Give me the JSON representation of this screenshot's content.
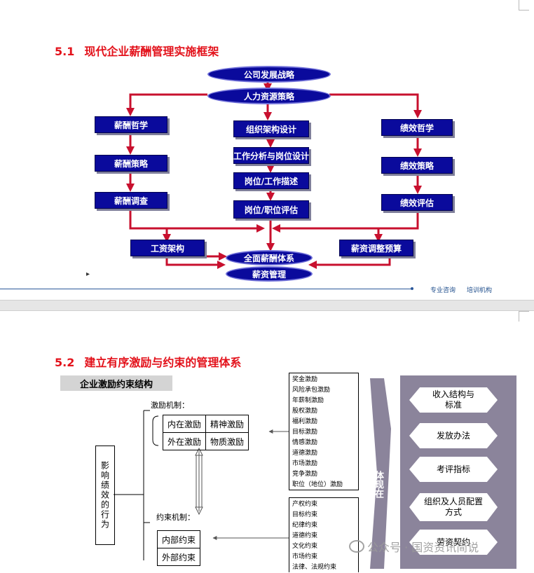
{
  "section1": {
    "number": "5.1",
    "title": "现代企业薪酬管理实施框架",
    "ellipses": {
      "strategy": "公司发展战略",
      "hr_strategy": "人力资源策略",
      "total_comp": "全面薪酬体系",
      "pay_mgmt": "薪资管理"
    },
    "left_column": [
      "薪酬哲学",
      "薪酬策略",
      "薪酬调查"
    ],
    "center_column": [
      "组织架构设计",
      "工作分析与岗位设计",
      "岗位/工作描述",
      "岗位/职位评估"
    ],
    "right_column": [
      "绩效哲学",
      "绩效策略",
      "绩效评估"
    ],
    "salary_structure": "工资架构",
    "salary_budget": "薪资调整预算",
    "footer_links": [
      "专业咨询",
      "培训机构"
    ]
  },
  "section2": {
    "number": "5.2",
    "title": "建立有序激励与约束的管理体系",
    "subtitle": "企业激励约束结构",
    "incentive_label": "激励机制：",
    "incentive_table": [
      [
        "内在激励",
        "精神激励"
      ],
      [
        "外在激励",
        "物质激励"
      ]
    ],
    "constraint_label": "约束机制：",
    "constraint_table": [
      "内部约束",
      "外部约束"
    ],
    "behavior_text": "影响绩效的行为",
    "incentive_list": [
      "奖金激励",
      "风险承包激励",
      "年薪制激励",
      "股权激励",
      "福利激励",
      "目标激励",
      "情感激励",
      "道德激励",
      "市场激励",
      "竞争激励",
      "职位（地位）激励"
    ],
    "constraint_list": [
      "产权约束",
      "目标约束",
      "纪律约束",
      "道德约束",
      "文化约束",
      "市场约束",
      "法律、法规约束"
    ],
    "arrow_text": "体现在",
    "panel_items": [
      "收入结构与标准",
      "发放办法",
      "考评指标",
      "组织及人员配置方式",
      "劳资契约"
    ]
  },
  "watermark": "公众号 · 国资资讯简说"
}
